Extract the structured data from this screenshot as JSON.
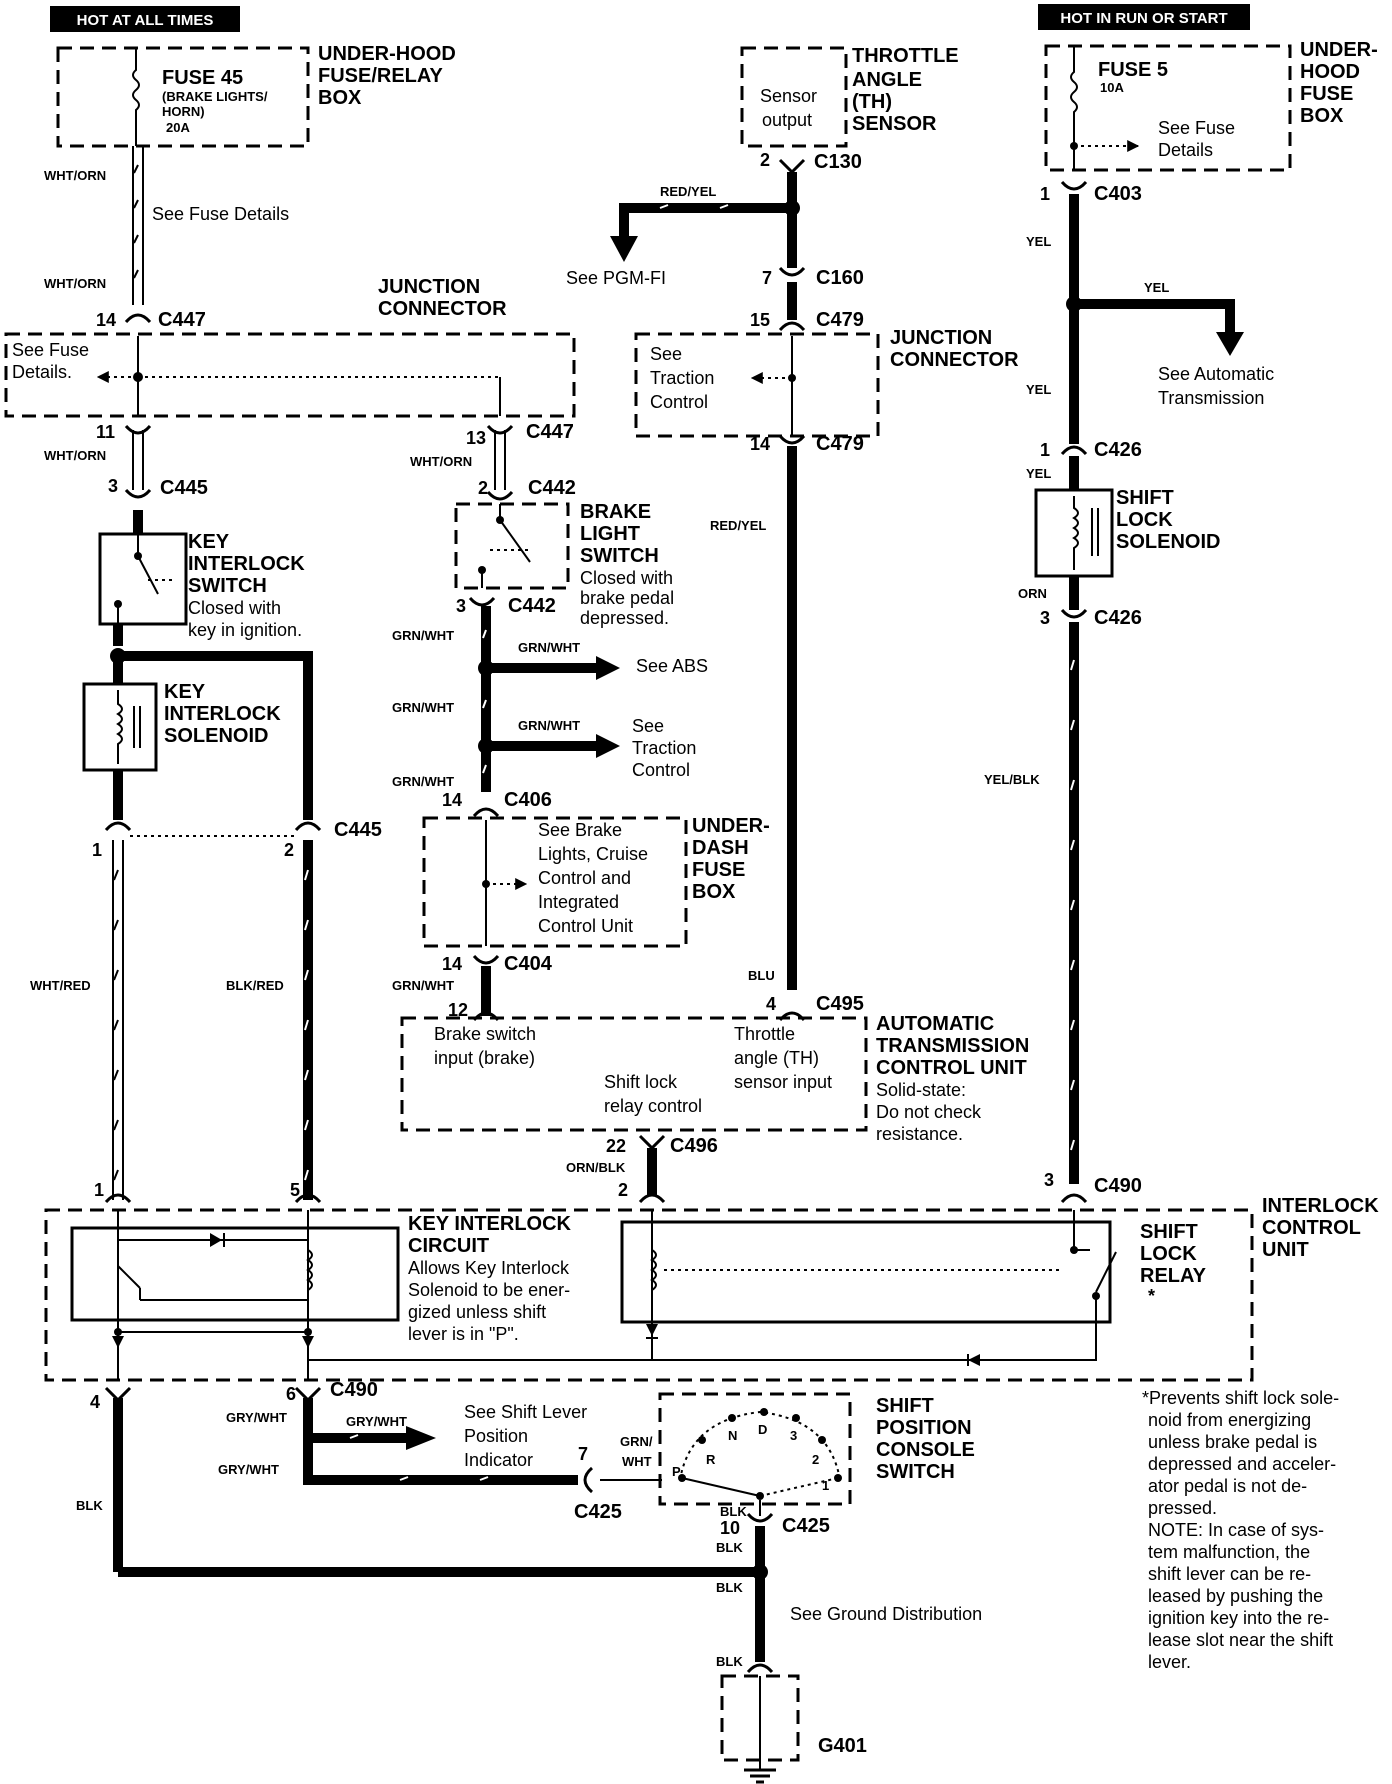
{
  "banners": {
    "hot_always": "HOT AT ALL TIMES",
    "hot_run": "HOT IN RUN OR START"
  },
  "fuse45": {
    "name": "FUSE 45",
    "desc1": "(BRAKE LIGHTS/",
    "desc2": "HORN)",
    "rating": "20A",
    "box1": "UNDER-HOOD",
    "box2": "FUSE/RELAY",
    "box3": "BOX"
  },
  "th_sensor": {
    "out1": "Sensor",
    "out2": "output",
    "l1": "THROTTLE",
    "l2": "ANGLE",
    "l3": "(TH)",
    "l4": "SENSOR",
    "pin": "2",
    "conn": "C130"
  },
  "fuse5": {
    "name": "FUSE 5",
    "rating": "10A",
    "see1": "See Fuse",
    "see2": "Details",
    "box1": "UNDER-",
    "box2": "HOOD",
    "box3": "FUSE",
    "box4": "BOX"
  },
  "left": {
    "wire_wo1": "WHT/ORN",
    "see_fuse_details": "See Fuse Details",
    "wire_wo2": "WHT/ORN",
    "jc1": "JUNCTION",
    "jc2": "CONNECTOR",
    "c447_pin14": "14",
    "c447": "C447",
    "see_fuse1": "See Fuse",
    "see_fuse2": "Details.",
    "c447_pin11": "11",
    "c447_pin13": "13",
    "c447b": "C447",
    "wire_wo3": "WHT/ORN",
    "wire_wo4": "WHT/ORN",
    "c445_pin3": "3",
    "c445": "C445",
    "c442_pin2": "2",
    "c442": "C442",
    "kis1": "KEY",
    "kis2": "INTERLOCK",
    "kis3": "SWITCH",
    "kis4": "Closed with",
    "kis5": "key in ignition.",
    "kisol1": "KEY",
    "kisol2": "INTERLOCK",
    "kisol3": "SOLENOID",
    "c445b_pin1": "1",
    "c445b_pin2": "2",
    "c445b": "C445",
    "wire_wr": "WHT/RED",
    "wire_br": "BLK/RED"
  },
  "brake": {
    "l1": "BRAKE",
    "l2": "LIGHT",
    "l3": "SWITCH",
    "l4": "Closed with",
    "l5": "brake pedal",
    "l6": "depressed.",
    "pin3": "3",
    "conn": "C442",
    "gw1": "GRN/WHT",
    "gw2": "GRN/WHT",
    "gw3": "GRN/WHT",
    "gw4": "GRN/WHT",
    "gw5": "GRN/WHT",
    "gw6": "GRN/WHT",
    "see_abs": "See ABS",
    "see_tc1": "See",
    "see_tc2": "Traction",
    "see_tc3": "Control",
    "c406_pin": "14",
    "c406": "C406",
    "ud1": "See Brake",
    "ud2": "Lights, Cruise",
    "ud3": "Control and",
    "ud4": "Integrated",
    "ud5": "Control Unit",
    "udb1": "UNDER-",
    "udb2": "DASH",
    "udb3": "FUSE",
    "udb4": "BOX",
    "c404_pin": "14",
    "c404": "C404"
  },
  "th": {
    "wire_ry": "RED/YEL",
    "see_pgm": "See PGM-FI",
    "c160_pin": "7",
    "c160": "C160",
    "c479_pin15": "15",
    "c479": "C479",
    "jc1": "JUNCTION",
    "jc2": "CONNECTOR",
    "tc1": "See",
    "tc2": "Traction",
    "tc3": "Control",
    "c479_pin14": "14",
    "c479b": "C479",
    "wire_ry2": "RED/YEL",
    "wire_blu": "BLU"
  },
  "right": {
    "c403_pin": "1",
    "c403": "C403",
    "yel1": "YEL",
    "yel2": "YEL",
    "see_at1": "See Automatic",
    "see_at2": "Transmission",
    "yel3": "YEL",
    "c426_pin1": "1",
    "c426": "C426",
    "yel4": "YEL",
    "sls1": "SHIFT",
    "sls2": "LOCK",
    "sls3": "SOLENOID",
    "orn": "ORN",
    "c426_pin3": "3",
    "c426b": "C426",
    "yelblk": "YEL/BLK"
  },
  "tcu": {
    "c495_pin": "4",
    "c495": "C495",
    "pin12": "12",
    "brake1": "Brake switch",
    "brake2": "input (brake)",
    "th1": "Throttle",
    "th2": "angle (TH)",
    "th3": "sensor input",
    "sl1": "Shift lock",
    "sl2": "relay control",
    "l1": "AUTOMATIC",
    "l2": "TRANSMISSION",
    "l3": "CONTROL UNIT",
    "l4": "Solid-state:",
    "l5": "Do not check",
    "l6": "resistance.",
    "c496_pin": "22",
    "c496": "C496",
    "ornblk": "ORN/BLK"
  },
  "icu": {
    "pin1": "1",
    "pin5": "5",
    "pin2": "2",
    "pin3": "3",
    "c490": "C490",
    "kic1": "KEY INTERLOCK",
    "kic2": "CIRCUIT",
    "kic3": "Allows Key Interlock",
    "kic4": "Solenoid to be ener-",
    "kic5": "gized unless shift",
    "kic6": "lever is in \"P\".",
    "slr1": "SHIFT",
    "slr2": "LOCK",
    "slr3": "RELAY",
    "slr4": "*",
    "u1": "INTERLOCK",
    "u2": "CONTROL",
    "u3": "UNIT",
    "pin4": "4",
    "pin6": "6",
    "c490b": "C490"
  },
  "bottom": {
    "gw1": "GRY/WHT",
    "gw2": "GRY/WHT",
    "gw3": "GRY/WHT",
    "see_sl1": "See Shift Lever",
    "see_sl2": "Position",
    "see_sl3": "Indicator",
    "c425_pin7": "7",
    "grn1": "GRN/",
    "grn2": "WHT",
    "c425": "C425",
    "spc1": "SHIFT",
    "spc2": "POSITION",
    "spc3": "CONSOLE",
    "spc4": "SWITCH",
    "pos_n": "N",
    "pos_d": "D",
    "pos_3": "3",
    "pos_2": "2",
    "pos_1": "1",
    "pos_r": "R",
    "pos_p": "P",
    "blk_a": "BLK",
    "c425b_pin": "10",
    "c425b": "C425",
    "blk_b": "BLK",
    "blk_left": "BLK",
    "blk_c": "BLK",
    "see_gd": "See Ground Distribution",
    "blk_d": "BLK",
    "g401": "G401"
  },
  "note": {
    "l1": "*Prevents shift lock sole-",
    "l2": "noid from energizing",
    "l3": "unless brake pedal is",
    "l4": "depressed and acceler-",
    "l5": "ator pedal is not de-",
    "l6": "pressed.",
    "l7": "NOTE: In case of sys-",
    "l8": "tem malfunction, the",
    "l9": "shift lever can be re-",
    "l10": "leased by pushing the",
    "l11": "ignition key into the re-",
    "l12": "lease slot near the shift",
    "l13": "lever."
  }
}
